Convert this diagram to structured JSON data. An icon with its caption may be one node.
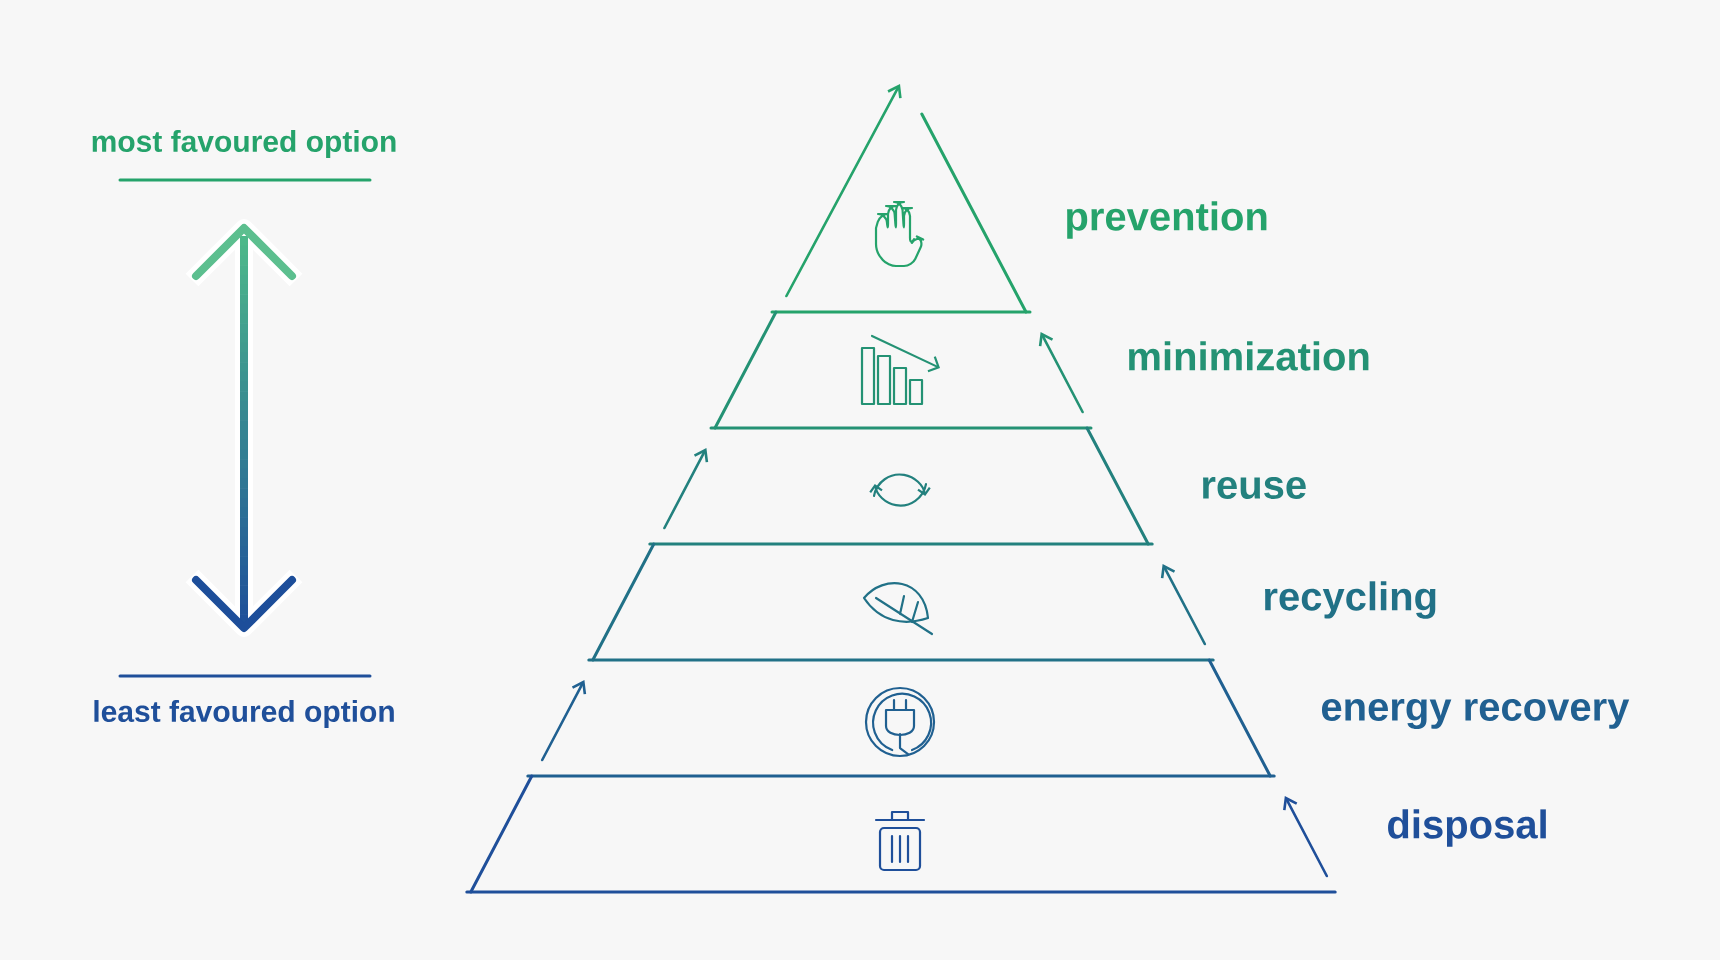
{
  "diagram": {
    "nodes": [
      {
        "text": [],
        "shape": "triangle",
        "beside": [
          "prevention"
        ]
      },
      {
        "text": [],
        "shape": "trapezoid",
        "beside": [
          "minimization"
        ]
      },
      {
        "text": [],
        "shape": "trapezoid",
        "beside": [
          "reuse"
        ]
      },
      {
        "text": [],
        "shape": "trapezoid",
        "beside": [
          "recycling"
        ]
      },
      {
        "text": [],
        "shape": "trapezoid",
        "beside": [
          "energy recovery"
        ]
      },
      {
        "text": [],
        "shape": "trapezoid",
        "beside": [
          "disposal"
        ]
      }
    ],
    "edges": [],
    "labels": [
      "most favoured option",
      "least favoured option"
    ]
  }
}
